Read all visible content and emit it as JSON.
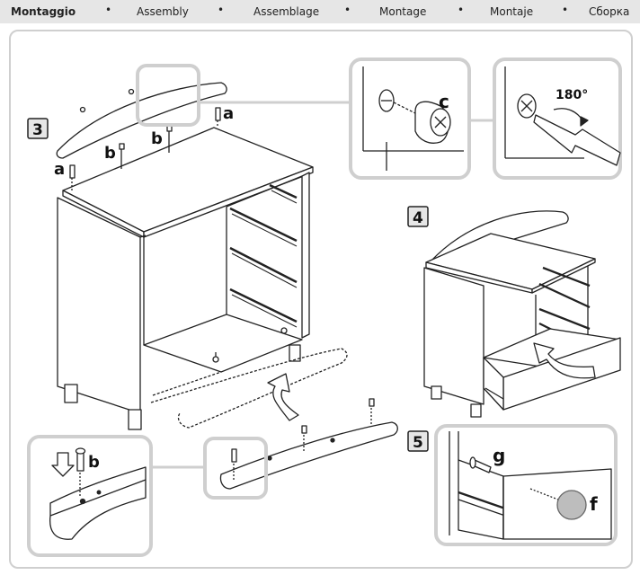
{
  "header": {
    "items": [
      "Montaggio",
      "Assembly",
      "Assemblage",
      "Montage",
      "Montaje",
      "Сборка"
    ],
    "separator": "•"
  },
  "steps": {
    "step3": "3",
    "step4": "4",
    "step5": "5"
  },
  "parts": {
    "a": "a",
    "b": "b",
    "c": "c",
    "f": "f",
    "g": "g"
  },
  "rotation": "180°",
  "colors": {
    "frame": "#cfcfcf",
    "header_bg": "#e6e6e6",
    "knob": "#bdbdbd"
  }
}
